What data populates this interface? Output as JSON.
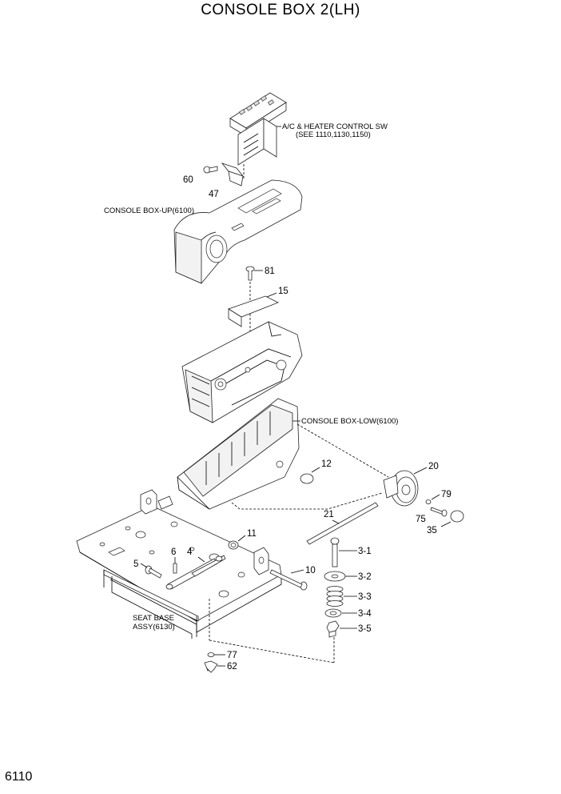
{
  "title": "CONSOLE BOX 2(LH)",
  "page_number": "6110",
  "labels": {
    "ac_heater_1": "A/C & HEATER CONTROL SW",
    "ac_heater_2": "(SEE 1110,1130,1150)",
    "console_up": "CONSOLE BOX-UP(6100)",
    "console_low": "CONSOLE BOX-LOW(6100)",
    "seat_base_1": "SEAT BASE",
    "seat_base_2": "ASSY(6130)"
  },
  "callouts": {
    "p60": "60",
    "p47": "47",
    "p81": "81",
    "p15": "15",
    "p12": "12",
    "p20": "20",
    "p79": "79",
    "p75": "75",
    "p35": "35",
    "p21": "21",
    "p11": "11",
    "p6": "6",
    "p4": "4",
    "p5": "5",
    "p10": "10",
    "p3_1": "3-1",
    "p3_2": "3-2",
    "p3_3": "3-3",
    "p3_4": "3-4",
    "p3_5": "3-5",
    "p77": "77",
    "p62": "62"
  }
}
